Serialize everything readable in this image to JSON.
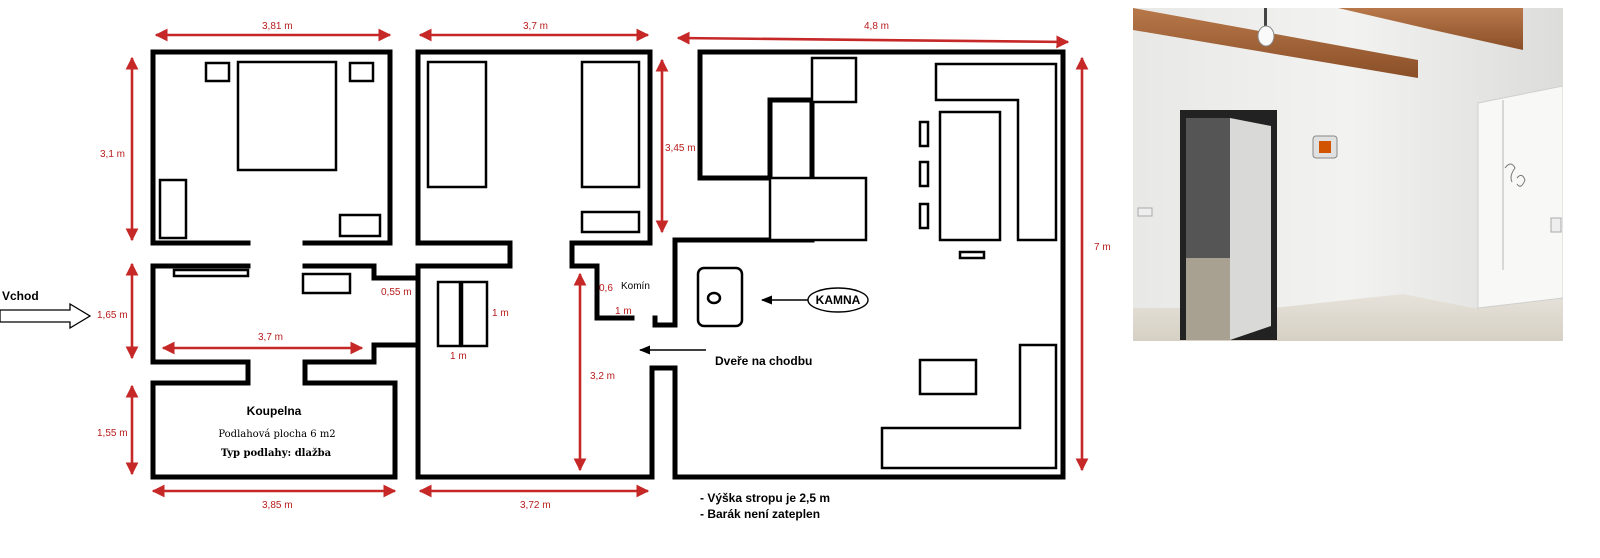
{
  "dimensions": {
    "top_left": "3,81 m",
    "top_mid": "3,7 m",
    "top_right": "4,8 m",
    "left_top": "3,1 m",
    "left_mid": "1,65 m",
    "left_bottom": "1,55 m",
    "hall_width": "3,7 m",
    "corridor": "0,55 m",
    "mid_right_height": "3,45 m",
    "right_height": "7 m",
    "stair_width": "1 m",
    "stair_depth": "1 m",
    "door_offset": "0,6",
    "chimney_width": "1 m",
    "door_height": "3,2 m",
    "bottom_left": "3,85 m",
    "bottom_mid": "3,72 m"
  },
  "labels": {
    "entrance": "Vchod",
    "chimney": "Komín",
    "stove": "KAMNA",
    "hall_door": "Dveře na chodbu",
    "bathroom_title": "Koupelna",
    "bathroom_area": "Podlahová plocha 6 m2",
    "bathroom_floor": "Typ podlahy: dlažba",
    "note_ceiling": "- Výška stropu je 2,5 m",
    "note_insulation": "- Barák není zateplen"
  },
  "photo": {
    "description_icons": [
      "ceiling-beam",
      "light-bulb",
      "doorway",
      "electric-box",
      "window-opening"
    ]
  }
}
